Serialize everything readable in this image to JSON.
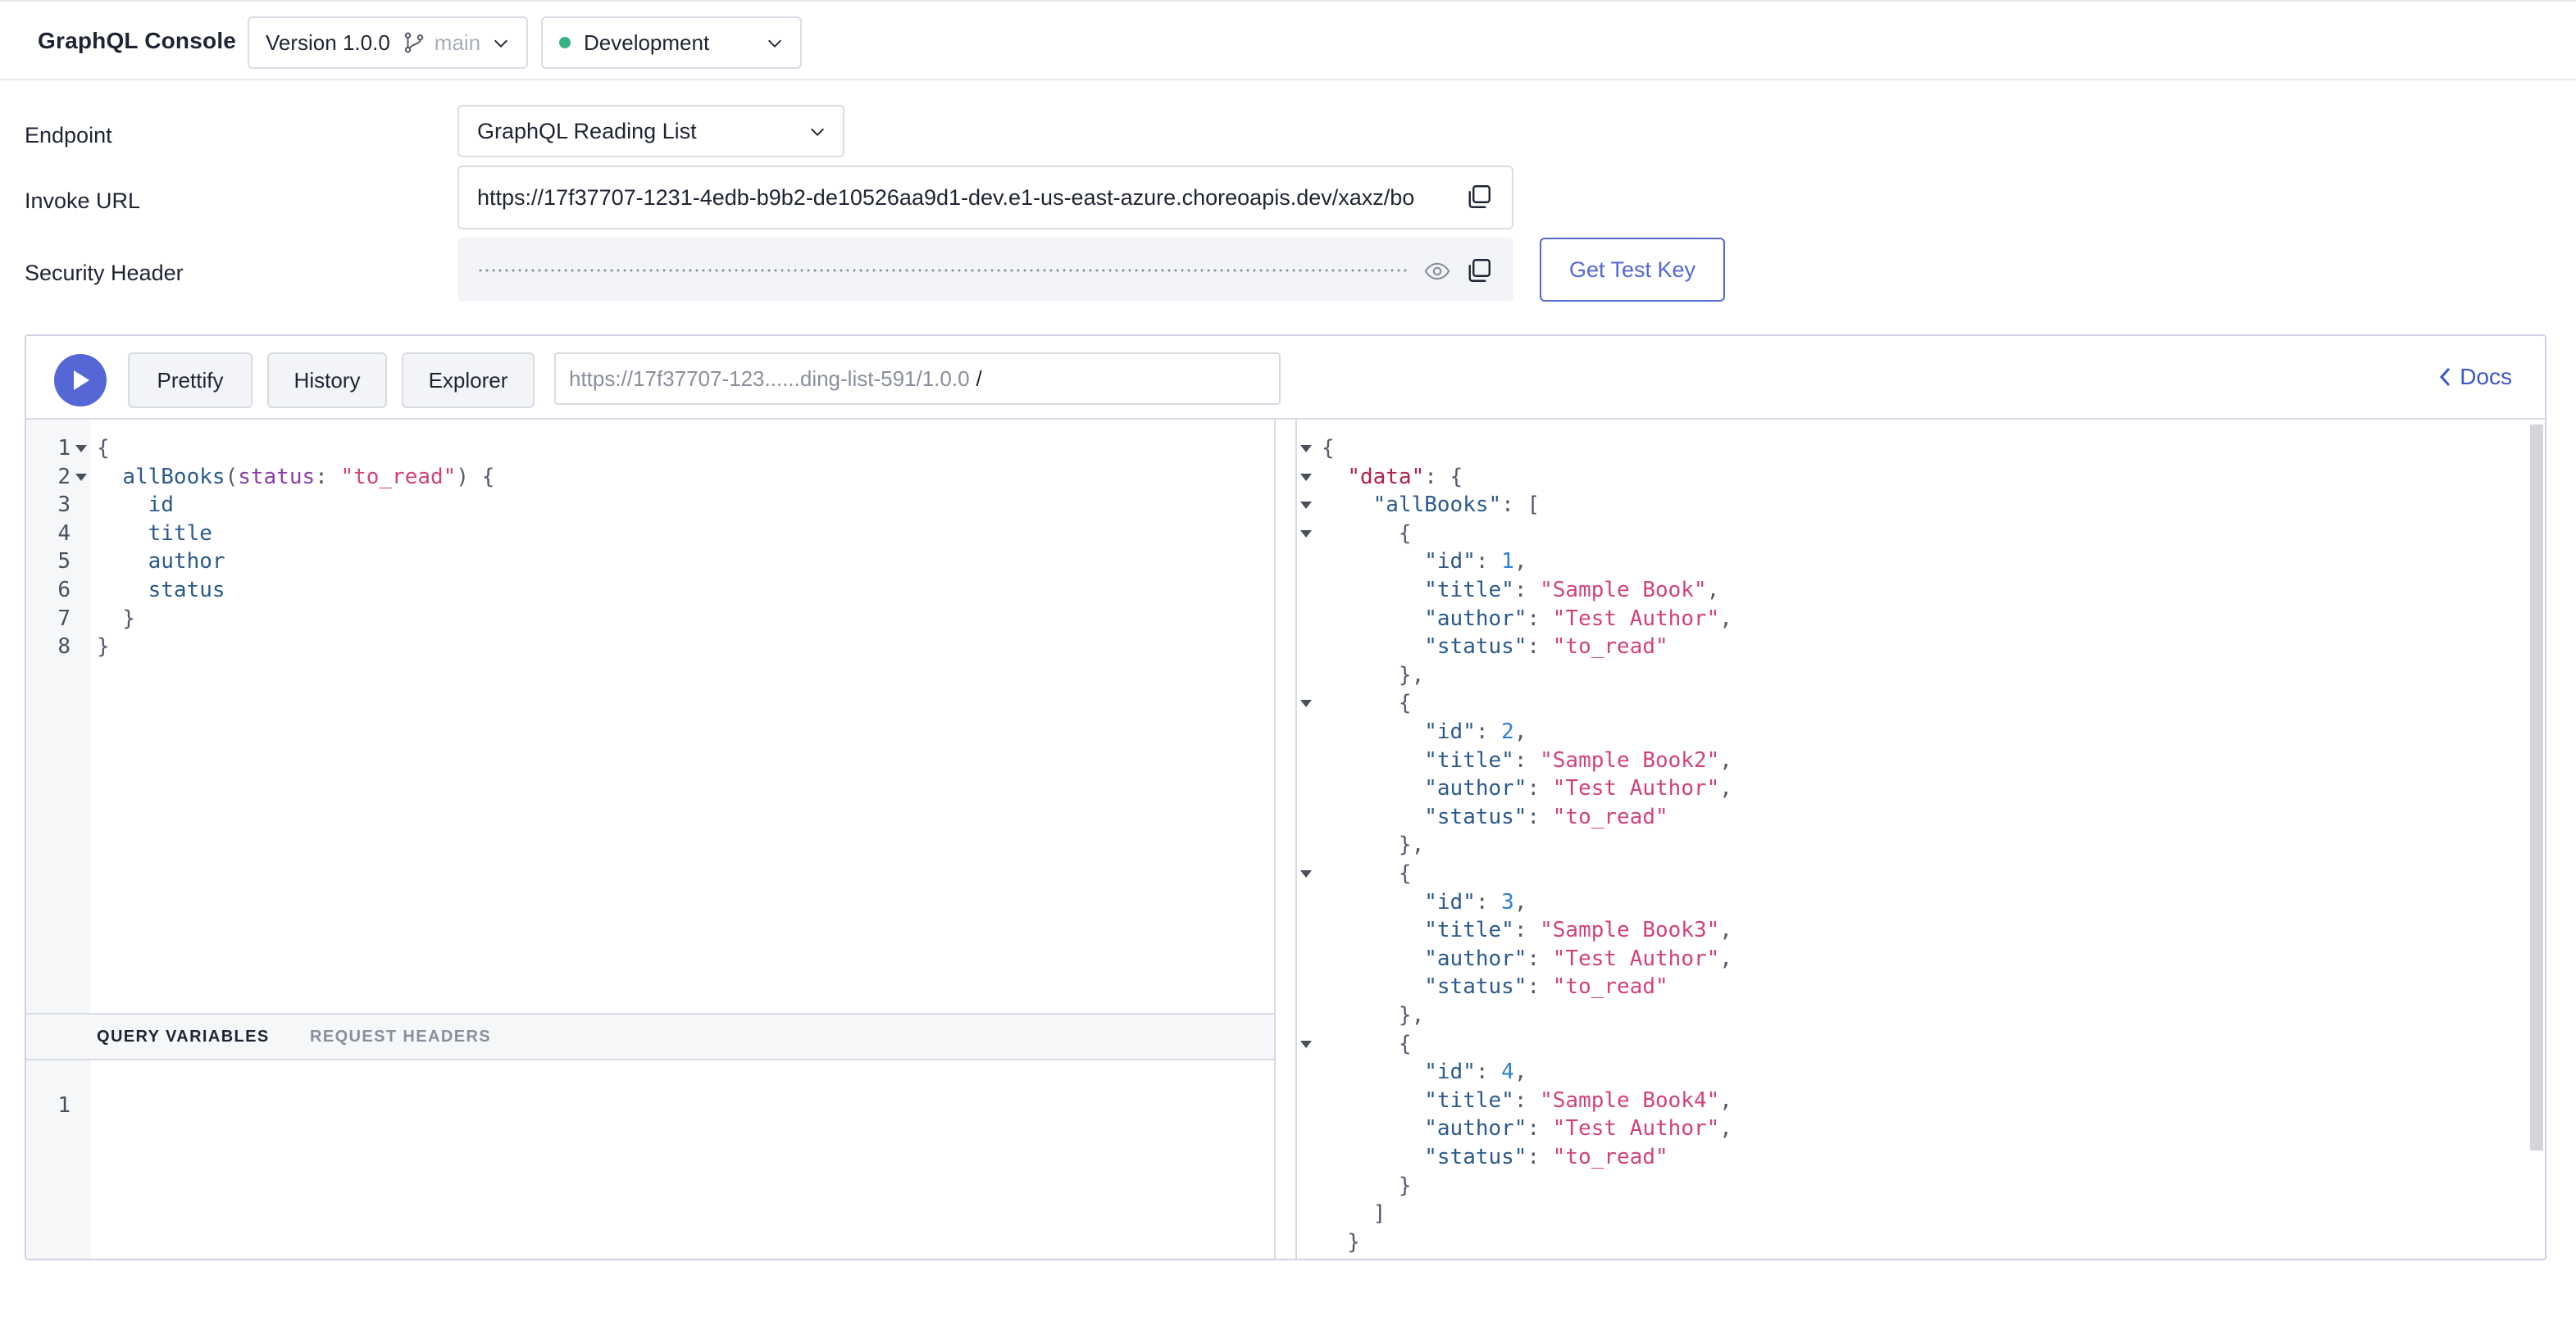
{
  "header": {
    "title": "GraphQL Console",
    "version_label": "Version 1.0.0",
    "branch": "main",
    "environment": "Development",
    "environment_status_color": "#36b37e"
  },
  "settings": {
    "endpoint_label": "Endpoint",
    "endpoint_value": "GraphQL Reading List",
    "invoke_url_label": "Invoke URL",
    "invoke_url_value": "https://17f37707-1231-4edb-b9b2-de10526aa9d1-dev.e1-us-east-azure.choreoapis.dev/xaxz/bo",
    "security_header_label": "Security Header",
    "get_test_key_label": "Get Test Key"
  },
  "toolbar": {
    "prettify": "Prettify",
    "history": "History",
    "explorer": "Explorer",
    "address": "https://17f37707-123......ding-list-591/1.0.0",
    "address_suffix": "/",
    "docs": "Docs"
  },
  "query_editor": {
    "lines": [
      {
        "n": "1",
        "fold": true,
        "tokens": [
          {
            "t": "{",
            "c": "punc"
          }
        ]
      },
      {
        "n": "2",
        "fold": true,
        "tokens": [
          {
            "t": "  ",
            "c": "punc"
          },
          {
            "t": "allBooks",
            "c": "field"
          },
          {
            "t": "(",
            "c": "punc"
          },
          {
            "t": "status",
            "c": "arg"
          },
          {
            "t": ": ",
            "c": "punc"
          },
          {
            "t": "\"to_read\"",
            "c": "str"
          },
          {
            "t": ") {",
            "c": "punc"
          }
        ]
      },
      {
        "n": "3",
        "fold": false,
        "tokens": [
          {
            "t": "    ",
            "c": "punc"
          },
          {
            "t": "id",
            "c": "field"
          }
        ]
      },
      {
        "n": "4",
        "fold": false,
        "tokens": [
          {
            "t": "    ",
            "c": "punc"
          },
          {
            "t": "title",
            "c": "field"
          }
        ]
      },
      {
        "n": "5",
        "fold": false,
        "tokens": [
          {
            "t": "    ",
            "c": "punc"
          },
          {
            "t": "author",
            "c": "field"
          }
        ]
      },
      {
        "n": "6",
        "fold": false,
        "tokens": [
          {
            "t": "    ",
            "c": "punc"
          },
          {
            "t": "status",
            "c": "field"
          }
        ]
      },
      {
        "n": "7",
        "fold": false,
        "tokens": [
          {
            "t": "  }",
            "c": "punc"
          }
        ]
      },
      {
        "n": "8",
        "fold": false,
        "tokens": [
          {
            "t": "}",
            "c": "punc"
          }
        ]
      }
    ]
  },
  "variables_pane": {
    "tab_query_variables": "QUERY VARIABLES",
    "tab_request_headers": "REQUEST HEADERS",
    "line_number": "1"
  },
  "result": {
    "lines": [
      {
        "fold": true,
        "tokens": [
          {
            "t": "{",
            "c": "punc"
          }
        ]
      },
      {
        "fold": true,
        "tokens": [
          {
            "t": "  ",
            "c": "punc"
          },
          {
            "t": "\"data\"",
            "c": "datakey"
          },
          {
            "t": ": {",
            "c": "punc"
          }
        ]
      },
      {
        "fold": true,
        "tokens": [
          {
            "t": "    ",
            "c": "punc"
          },
          {
            "t": "\"allBooks\"",
            "c": "key"
          },
          {
            "t": ": [",
            "c": "punc"
          }
        ]
      },
      {
        "fold": true,
        "tokens": [
          {
            "t": "      {",
            "c": "punc"
          }
        ]
      },
      {
        "fold": false,
        "tokens": [
          {
            "t": "        ",
            "c": "punc"
          },
          {
            "t": "\"id\"",
            "c": "key"
          },
          {
            "t": ": ",
            "c": "punc"
          },
          {
            "t": "1",
            "c": "num"
          },
          {
            "t": ",",
            "c": "punc"
          }
        ]
      },
      {
        "fold": false,
        "tokens": [
          {
            "t": "        ",
            "c": "punc"
          },
          {
            "t": "\"title\"",
            "c": "key"
          },
          {
            "t": ": ",
            "c": "punc"
          },
          {
            "t": "\"Sample Book\"",
            "c": "str"
          },
          {
            "t": ",",
            "c": "punc"
          }
        ]
      },
      {
        "fold": false,
        "tokens": [
          {
            "t": "        ",
            "c": "punc"
          },
          {
            "t": "\"author\"",
            "c": "key"
          },
          {
            "t": ": ",
            "c": "punc"
          },
          {
            "t": "\"Test Author\"",
            "c": "str"
          },
          {
            "t": ",",
            "c": "punc"
          }
        ]
      },
      {
        "fold": false,
        "tokens": [
          {
            "t": "        ",
            "c": "punc"
          },
          {
            "t": "\"status\"",
            "c": "key"
          },
          {
            "t": ": ",
            "c": "punc"
          },
          {
            "t": "\"to_read\"",
            "c": "str"
          }
        ]
      },
      {
        "fold": false,
        "tokens": [
          {
            "t": "      },",
            "c": "punc"
          }
        ]
      },
      {
        "fold": true,
        "tokens": [
          {
            "t": "      {",
            "c": "punc"
          }
        ]
      },
      {
        "fold": false,
        "tokens": [
          {
            "t": "        ",
            "c": "punc"
          },
          {
            "t": "\"id\"",
            "c": "key"
          },
          {
            "t": ": ",
            "c": "punc"
          },
          {
            "t": "2",
            "c": "num"
          },
          {
            "t": ",",
            "c": "punc"
          }
        ]
      },
      {
        "fold": false,
        "tokens": [
          {
            "t": "        ",
            "c": "punc"
          },
          {
            "t": "\"title\"",
            "c": "key"
          },
          {
            "t": ": ",
            "c": "punc"
          },
          {
            "t": "\"Sample Book2\"",
            "c": "str"
          },
          {
            "t": ",",
            "c": "punc"
          }
        ]
      },
      {
        "fold": false,
        "tokens": [
          {
            "t": "        ",
            "c": "punc"
          },
          {
            "t": "\"author\"",
            "c": "key"
          },
          {
            "t": ": ",
            "c": "punc"
          },
          {
            "t": "\"Test Author\"",
            "c": "str"
          },
          {
            "t": ",",
            "c": "punc"
          }
        ]
      },
      {
        "fold": false,
        "tokens": [
          {
            "t": "        ",
            "c": "punc"
          },
          {
            "t": "\"status\"",
            "c": "key"
          },
          {
            "t": ": ",
            "c": "punc"
          },
          {
            "t": "\"to_read\"",
            "c": "str"
          }
        ]
      },
      {
        "fold": false,
        "tokens": [
          {
            "t": "      },",
            "c": "punc"
          }
        ]
      },
      {
        "fold": true,
        "tokens": [
          {
            "t": "      {",
            "c": "punc"
          }
        ]
      },
      {
        "fold": false,
        "tokens": [
          {
            "t": "        ",
            "c": "punc"
          },
          {
            "t": "\"id\"",
            "c": "key"
          },
          {
            "t": ": ",
            "c": "punc"
          },
          {
            "t": "3",
            "c": "num"
          },
          {
            "t": ",",
            "c": "punc"
          }
        ]
      },
      {
        "fold": false,
        "tokens": [
          {
            "t": "        ",
            "c": "punc"
          },
          {
            "t": "\"title\"",
            "c": "key"
          },
          {
            "t": ": ",
            "c": "punc"
          },
          {
            "t": "\"Sample Book3\"",
            "c": "str"
          },
          {
            "t": ",",
            "c": "punc"
          }
        ]
      },
      {
        "fold": false,
        "tokens": [
          {
            "t": "        ",
            "c": "punc"
          },
          {
            "t": "\"author\"",
            "c": "key"
          },
          {
            "t": ": ",
            "c": "punc"
          },
          {
            "t": "\"Test Author\"",
            "c": "str"
          },
          {
            "t": ",",
            "c": "punc"
          }
        ]
      },
      {
        "fold": false,
        "tokens": [
          {
            "t": "        ",
            "c": "punc"
          },
          {
            "t": "\"status\"",
            "c": "key"
          },
          {
            "t": ": ",
            "c": "punc"
          },
          {
            "t": "\"to_read\"",
            "c": "str"
          }
        ]
      },
      {
        "fold": false,
        "tokens": [
          {
            "t": "      },",
            "c": "punc"
          }
        ]
      },
      {
        "fold": true,
        "tokens": [
          {
            "t": "      {",
            "c": "punc"
          }
        ]
      },
      {
        "fold": false,
        "tokens": [
          {
            "t": "        ",
            "c": "punc"
          },
          {
            "t": "\"id\"",
            "c": "key"
          },
          {
            "t": ": ",
            "c": "punc"
          },
          {
            "t": "4",
            "c": "num"
          },
          {
            "t": ",",
            "c": "punc"
          }
        ]
      },
      {
        "fold": false,
        "tokens": [
          {
            "t": "        ",
            "c": "punc"
          },
          {
            "t": "\"title\"",
            "c": "key"
          },
          {
            "t": ": ",
            "c": "punc"
          },
          {
            "t": "\"Sample Book4\"",
            "c": "str"
          },
          {
            "t": ",",
            "c": "punc"
          }
        ]
      },
      {
        "fold": false,
        "tokens": [
          {
            "t": "        ",
            "c": "punc"
          },
          {
            "t": "\"author\"",
            "c": "key"
          },
          {
            "t": ": ",
            "c": "punc"
          },
          {
            "t": "\"Test Author\"",
            "c": "str"
          },
          {
            "t": ",",
            "c": "punc"
          }
        ]
      },
      {
        "fold": false,
        "tokens": [
          {
            "t": "        ",
            "c": "punc"
          },
          {
            "t": "\"status\"",
            "c": "key"
          },
          {
            "t": ": ",
            "c": "punc"
          },
          {
            "t": "\"to_read\"",
            "c": "str"
          }
        ]
      },
      {
        "fold": false,
        "tokens": [
          {
            "t": "      }",
            "c": "punc"
          }
        ]
      },
      {
        "fold": false,
        "tokens": [
          {
            "t": "    ]",
            "c": "punc"
          }
        ]
      },
      {
        "fold": false,
        "tokens": [
          {
            "t": "  }",
            "c": "punc"
          }
        ]
      }
    ]
  }
}
